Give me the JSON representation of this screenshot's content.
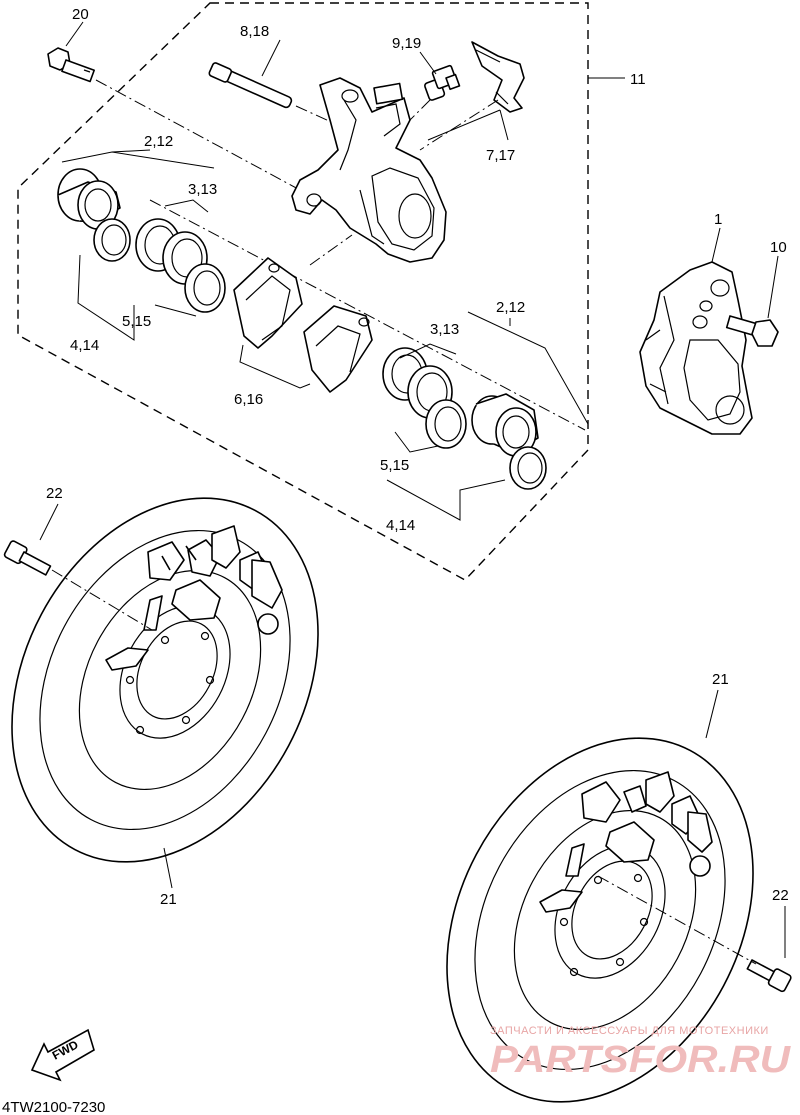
{
  "diagram_code": "4TW2100-7230",
  "watermark": {
    "subtitle": "ЗАПЧАСТИ И АКСЕССУАРЫ ДЛЯ МОТОТЕХНИКИ",
    "site": "PARTSFOR.RU"
  },
  "fwd_label": "FWD",
  "callouts": {
    "c20": "20",
    "c8_18": "8,18",
    "c9_19": "9,19",
    "c11": "11",
    "c7_17": "7,17",
    "c2_12_top": "2,12",
    "c3_13_top": "3,13",
    "c5_15_top": "5,15",
    "c4_14_top": "4,14",
    "c6_16": "6,16",
    "c1": "1",
    "c10": "10",
    "c2_12_mid": "2,12",
    "c3_13_mid": "3,13",
    "c5_15_mid": "5,15",
    "c4_14_mid": "4,14",
    "c22_left": "22",
    "c21_right_top": "21",
    "c21_left": "21",
    "c22_right": "22"
  }
}
